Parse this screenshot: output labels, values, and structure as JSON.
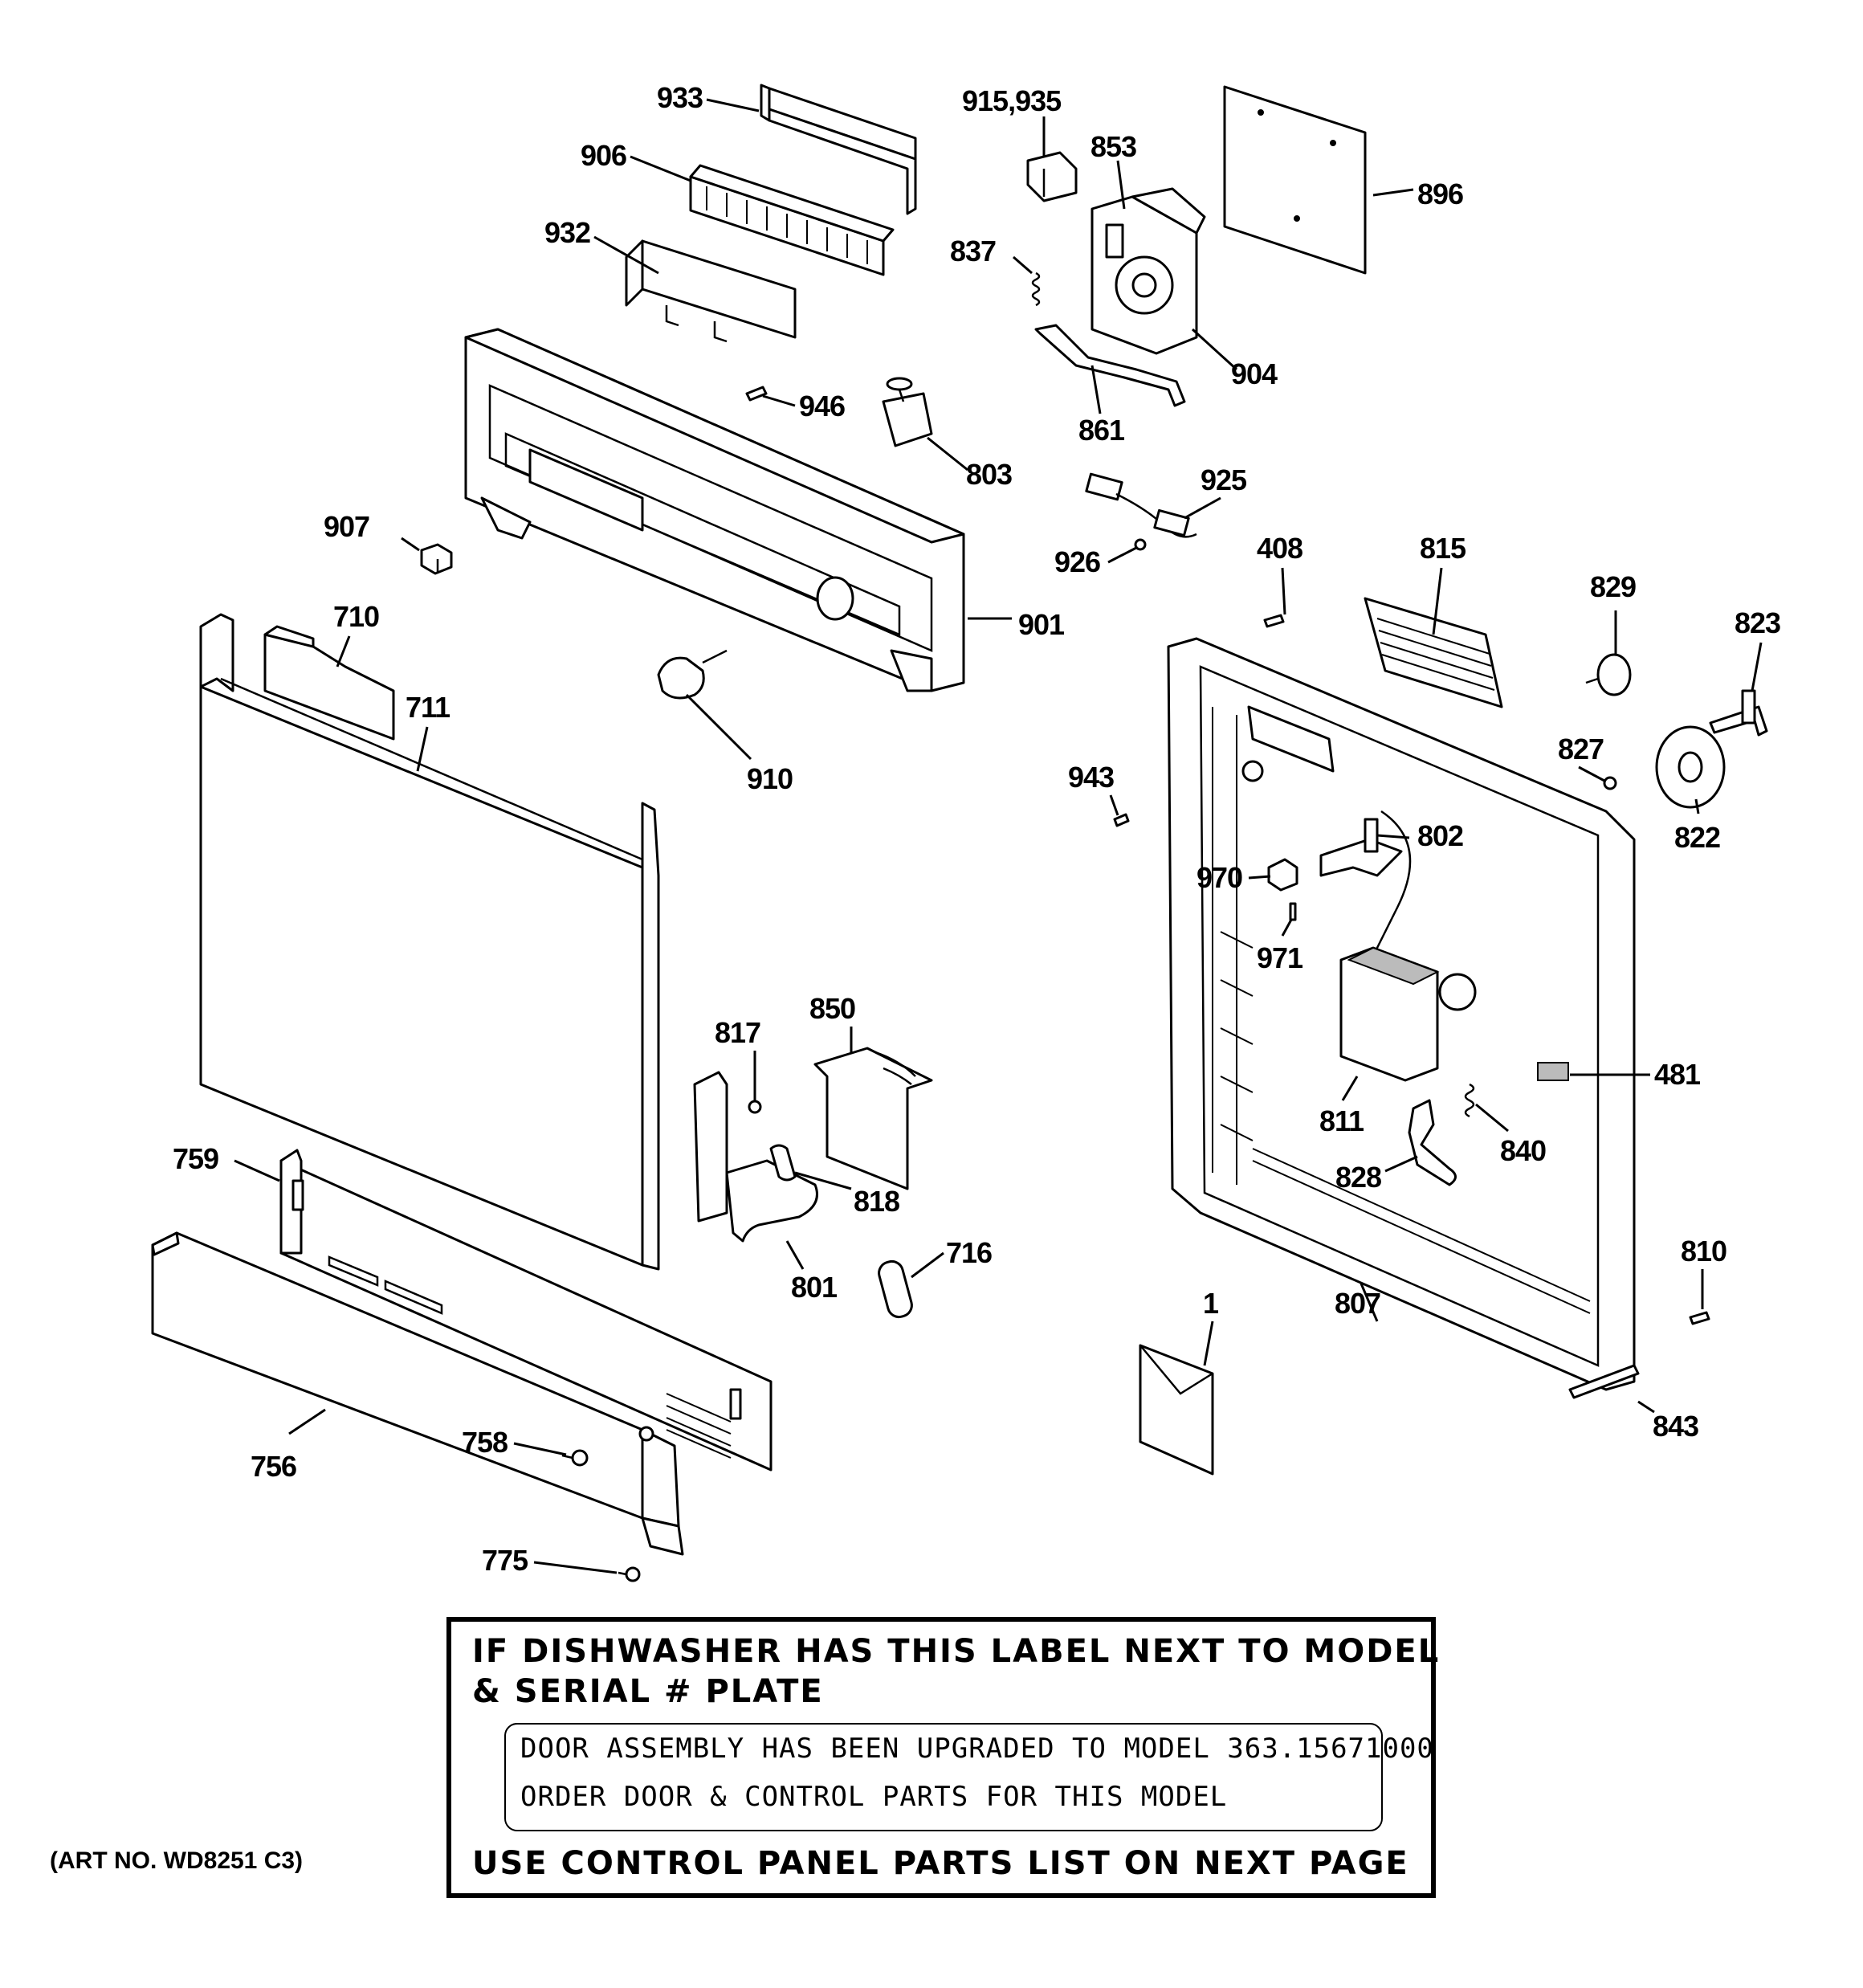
{
  "callouts": [
    {
      "id": "933",
      "text": "933"
    },
    {
      "id": "906",
      "text": "906"
    },
    {
      "id": "932",
      "text": "932"
    },
    {
      "id": "915-935",
      "text": "915,935"
    },
    {
      "id": "853",
      "text": "853"
    },
    {
      "id": "896",
      "text": "896"
    },
    {
      "id": "837",
      "text": "837"
    },
    {
      "id": "904",
      "text": "904"
    },
    {
      "id": "946",
      "text": "946"
    },
    {
      "id": "861",
      "text": "861"
    },
    {
      "id": "803",
      "text": "803"
    },
    {
      "id": "925",
      "text": "925"
    },
    {
      "id": "907",
      "text": "907"
    },
    {
      "id": "926",
      "text": "926"
    },
    {
      "id": "408",
      "text": "408"
    },
    {
      "id": "815",
      "text": "815"
    },
    {
      "id": "829",
      "text": "829"
    },
    {
      "id": "823",
      "text": "823"
    },
    {
      "id": "710",
      "text": "710"
    },
    {
      "id": "901",
      "text": "901"
    },
    {
      "id": "711",
      "text": "711"
    },
    {
      "id": "910",
      "text": "910"
    },
    {
      "id": "943",
      "text": "943"
    },
    {
      "id": "827",
      "text": "827"
    },
    {
      "id": "802",
      "text": "802"
    },
    {
      "id": "822",
      "text": "822"
    },
    {
      "id": "970",
      "text": "970"
    },
    {
      "id": "971",
      "text": "971"
    },
    {
      "id": "817",
      "text": "817"
    },
    {
      "id": "850",
      "text": "850"
    },
    {
      "id": "481",
      "text": "481"
    },
    {
      "id": "811",
      "text": "811"
    },
    {
      "id": "840",
      "text": "840"
    },
    {
      "id": "759",
      "text": "759"
    },
    {
      "id": "818",
      "text": "818"
    },
    {
      "id": "828",
      "text": "828"
    },
    {
      "id": "716",
      "text": "716"
    },
    {
      "id": "801",
      "text": "801"
    },
    {
      "id": "810",
      "text": "810"
    },
    {
      "id": "807",
      "text": "807"
    },
    {
      "id": "1",
      "text": "1"
    },
    {
      "id": "758",
      "text": "758"
    },
    {
      "id": "756",
      "text": "756"
    },
    {
      "id": "843",
      "text": "843"
    },
    {
      "id": "775",
      "text": "775"
    }
  ],
  "notice": {
    "heading_line1": "IF DISHWASHER HAS THIS LABEL NEXT TO MODEL",
    "heading_line2": "& SERIAL # PLATE",
    "label_line1": "DOOR ASSEMBLY  HAS BEEN  UPGRADED  TO MODEL  363.15671000",
    "label_line2": "ORDER DOOR &  CONTROL PARTS  FOR THIS  MODEL",
    "footer": "USE CONTROL PANEL PARTS LIST ON NEXT PAGE"
  },
  "art_number": "(ART NO. WD8251 C3)"
}
